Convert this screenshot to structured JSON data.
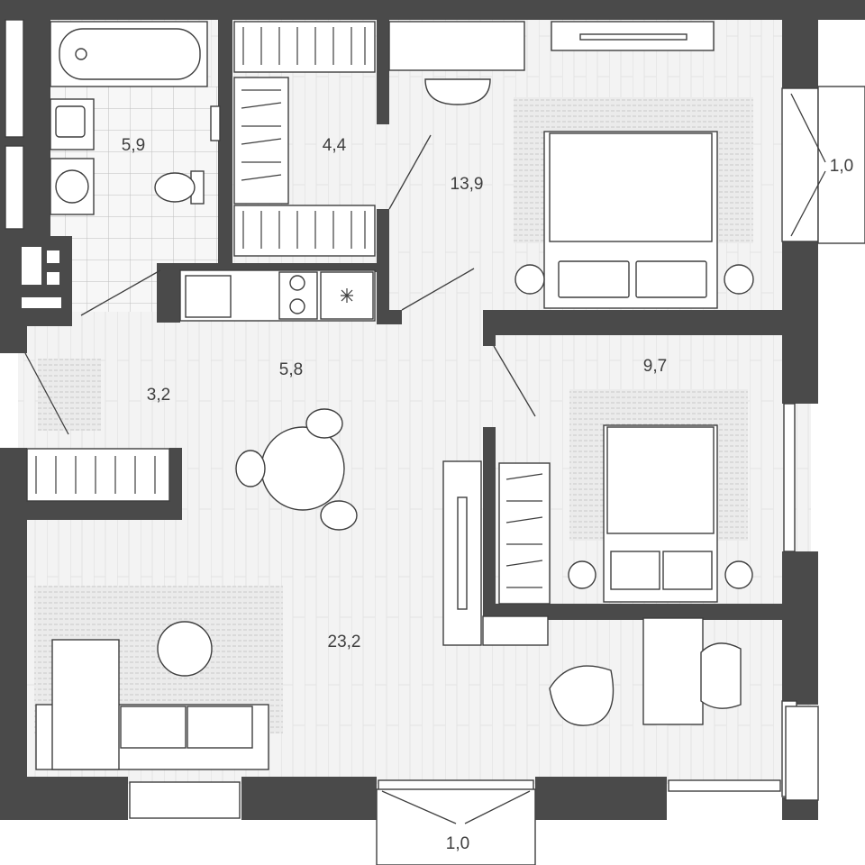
{
  "rooms": [
    {
      "id": "bathroom",
      "area": "5,9"
    },
    {
      "id": "wardrobe",
      "area": "4,4"
    },
    {
      "id": "bedroom-main",
      "area": "13,9"
    },
    {
      "id": "balcony-right",
      "area": "1,0"
    },
    {
      "id": "kitchen",
      "area": "5,8"
    },
    {
      "id": "hall",
      "area": "3,2"
    },
    {
      "id": "bedroom-small",
      "area": "9,7"
    },
    {
      "id": "living-room",
      "area": "23,2"
    },
    {
      "id": "balcony-bottom",
      "area": "1,0"
    }
  ],
  "colors": {
    "wall": "#4a4a4a",
    "floor": "#f2f2f2",
    "line": "#3e3e3e",
    "background": "#ffffff"
  }
}
